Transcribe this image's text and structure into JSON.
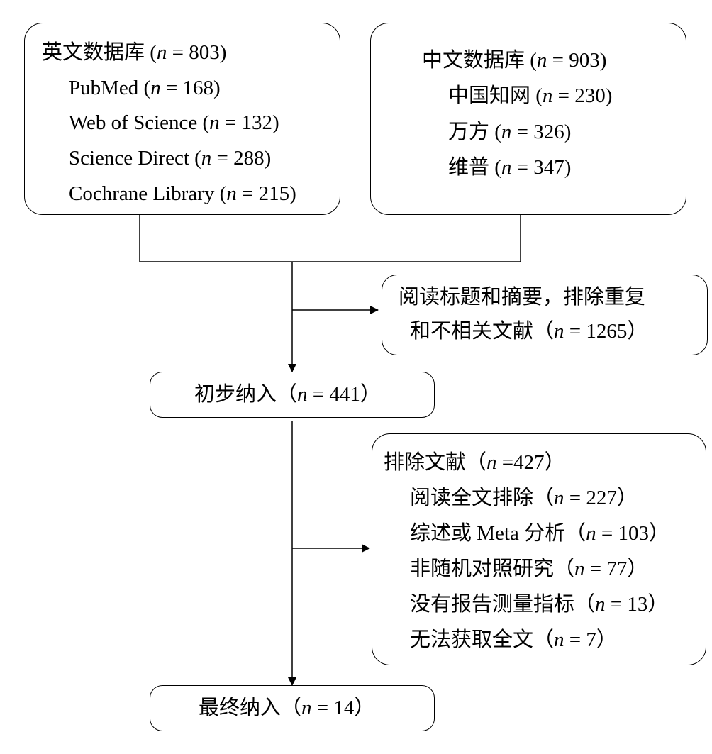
{
  "english_db": {
    "title": "英文数据库 (",
    "n_var": "n",
    "title_rest": " = 803)",
    "items": [
      {
        "name": "PubMed (",
        "rest": " = 168)"
      },
      {
        "name": "Web of Science (",
        "rest": " = 132)"
      },
      {
        "name": "Science Direct (",
        "rest": " = 288)"
      },
      {
        "name": "Cochrane Library (",
        "rest": " = 215)"
      }
    ]
  },
  "chinese_db": {
    "title": "中文数据库 (",
    "title_rest": " = 903)",
    "items": [
      {
        "name": "中国知网 (",
        "rest": " = 230)"
      },
      {
        "name": "万方 (",
        "rest": " = 326)"
      },
      {
        "name": "维普 (",
        "rest": " = 347)"
      }
    ]
  },
  "exclusion_1": {
    "line1": "阅读标题和摘要，排除重复",
    "line2_pre": "和不相关文献（",
    "line2_rest": " = 1265）"
  },
  "initial_inclusion": {
    "pre": "初步纳入（",
    "rest": " = 441）"
  },
  "exclusion_2": {
    "title_pre": "排除文献（",
    "title_rest": " =427）",
    "items": [
      {
        "pre": "阅读全文排除（",
        "rest": " = 227）"
      },
      {
        "pre": "综述或 Meta 分析（",
        "rest": " = 103）"
      },
      {
        "pre": "非随机对照研究（",
        "rest": " = 77）"
      },
      {
        "pre": "没有报告测量指标（",
        "rest": " = 13）"
      },
      {
        "pre": "无法获取全文（",
        "rest": " = 7）"
      }
    ]
  },
  "final_inclusion": {
    "pre": "最终纳入（",
    "rest": " = 14）"
  }
}
